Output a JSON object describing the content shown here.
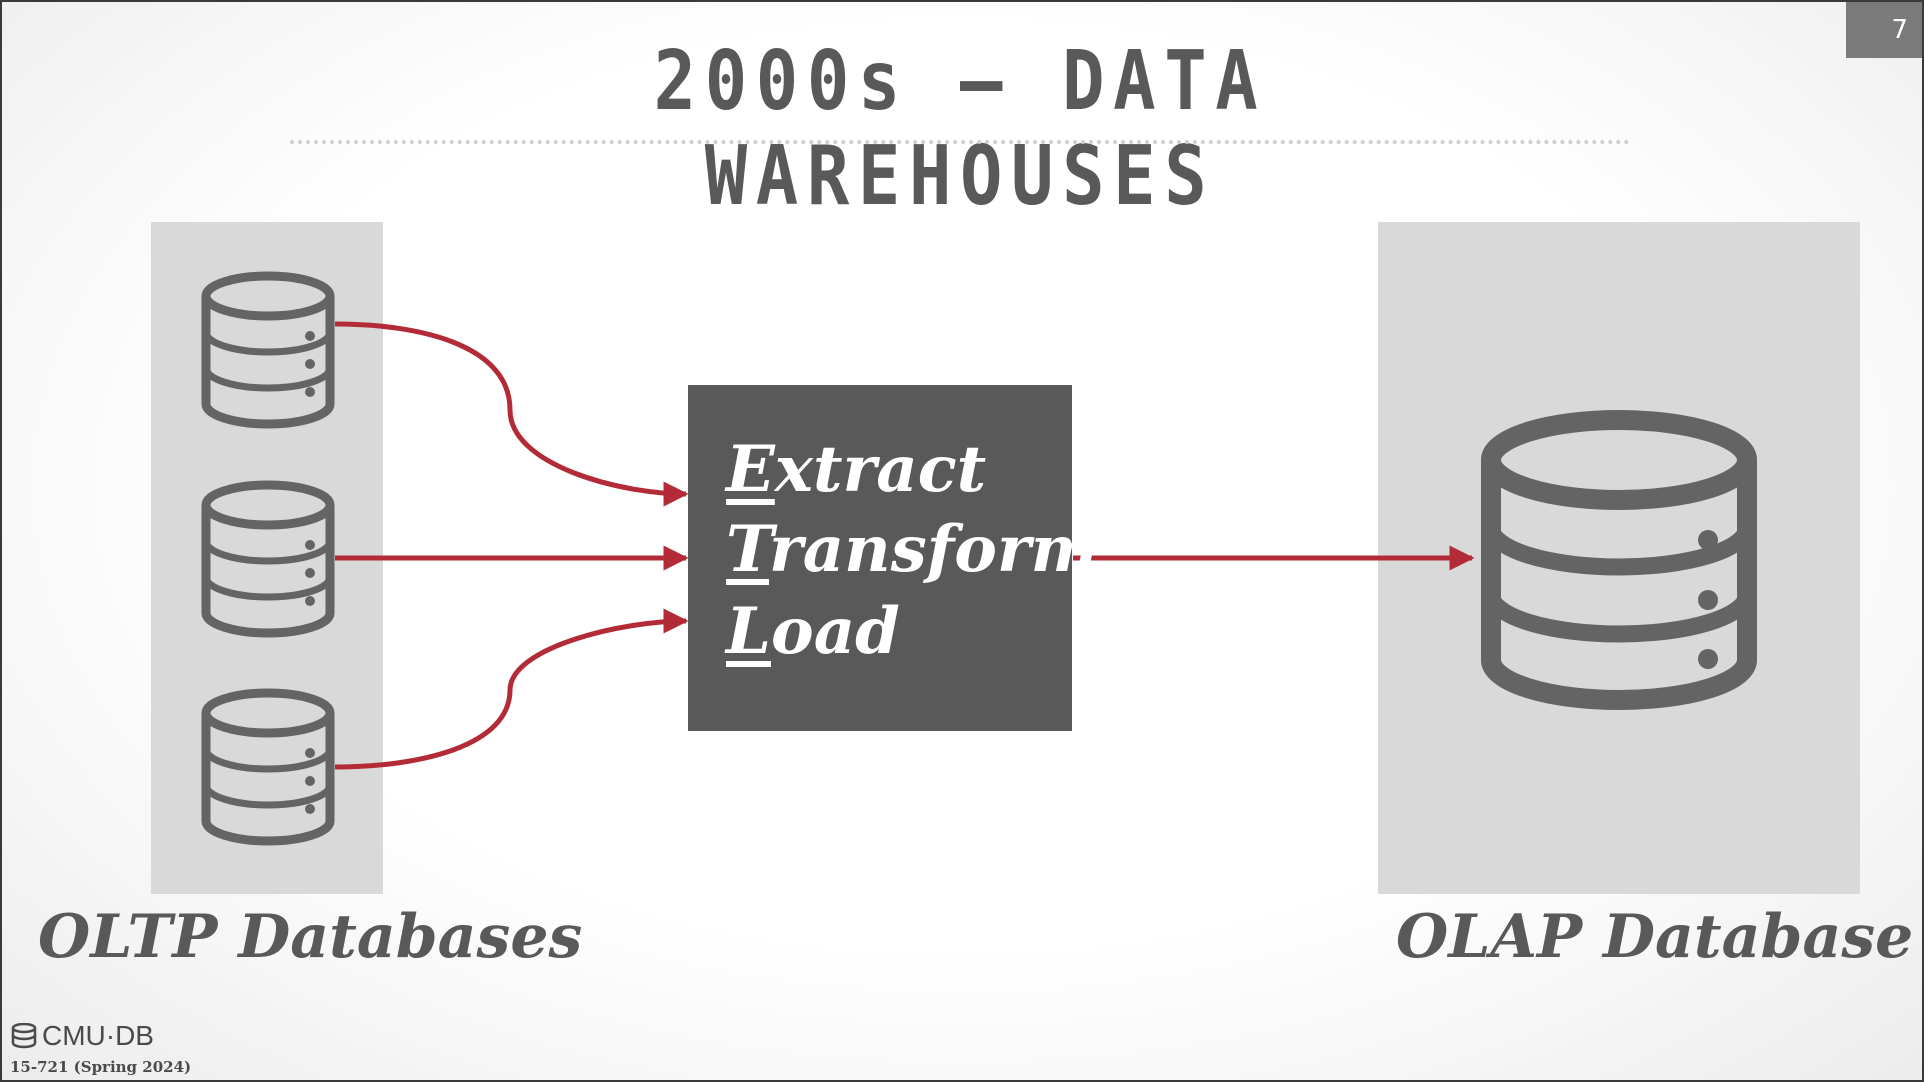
{
  "slide": {
    "page_number": "7",
    "title": "2000s – DATA WAREHOUSES"
  },
  "etl": {
    "extract": {
      "first": "E",
      "rest": "xtract"
    },
    "transform": {
      "first": "T",
      "rest": "ransform"
    },
    "load": {
      "first": "L",
      "rest": "oad"
    }
  },
  "labels": {
    "oltp": "OLTP Databases",
    "olap": "OLAP Database"
  },
  "footer": {
    "logo_text": "CMU·DB",
    "course": "15-721 (Spring 2024)"
  },
  "colors": {
    "arrow": "#b22b36",
    "box": "#595959",
    "panel": "#d9d9d9",
    "db_icon": "#646464"
  },
  "icons": [
    "database-icon",
    "arrow-icon"
  ]
}
